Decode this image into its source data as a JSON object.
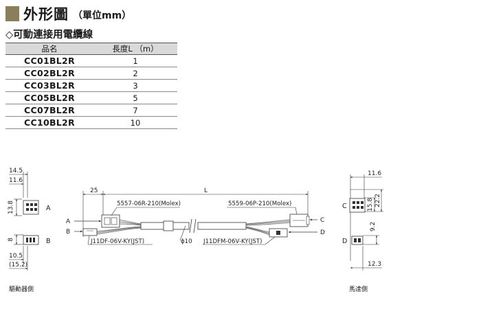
{
  "heading": {
    "title": "外形圖",
    "subtitle": "（單位mm）"
  },
  "subheading": "◇可動連接用電纜線",
  "table": {
    "headers": [
      "品名",
      "長度L （m）"
    ],
    "rows": [
      {
        "name": "CC01BL2R",
        "length": "1"
      },
      {
        "name": "CC02BL2R",
        "length": "2"
      },
      {
        "name": "CC03BL2R",
        "length": "3"
      },
      {
        "name": "CC05BL2R",
        "length": "5"
      },
      {
        "name": "CC07BL2R",
        "length": "7"
      },
      {
        "name": "CC10BL2R",
        "length": "10"
      }
    ]
  },
  "drawing": {
    "left_view": {
      "dims": {
        "w1": "14.5",
        "w2": "11.6",
        "h1": "13.8",
        "h2": "8",
        "w3": "10.5",
        "w4": "(15.2)"
      },
      "label_a": "A",
      "label_b": "B",
      "caption": "驅動器側"
    },
    "cable": {
      "dim_25": "25",
      "dim_l": "L",
      "connector_top_left": "5557-06R-210(Molex)",
      "connector_top_right": "5559-06P-210(Molex)",
      "connector_bottom_left": "J11DF-06V-KY(JST)",
      "connector_bottom_right": "J11DFM-06V-KY(JST)",
      "diameter": "ϕ10",
      "arrow_a": "A",
      "arrow_b": "B",
      "arrow_c": "C",
      "arrow_d": "D"
    },
    "right_view": {
      "dims": {
        "w1": "11.6",
        "h1": "15.8",
        "h2": "22.2",
        "h3": "9.2",
        "w2": "12.3"
      },
      "label_c": "C",
      "label_d": "D",
      "caption": "馬達側"
    }
  }
}
